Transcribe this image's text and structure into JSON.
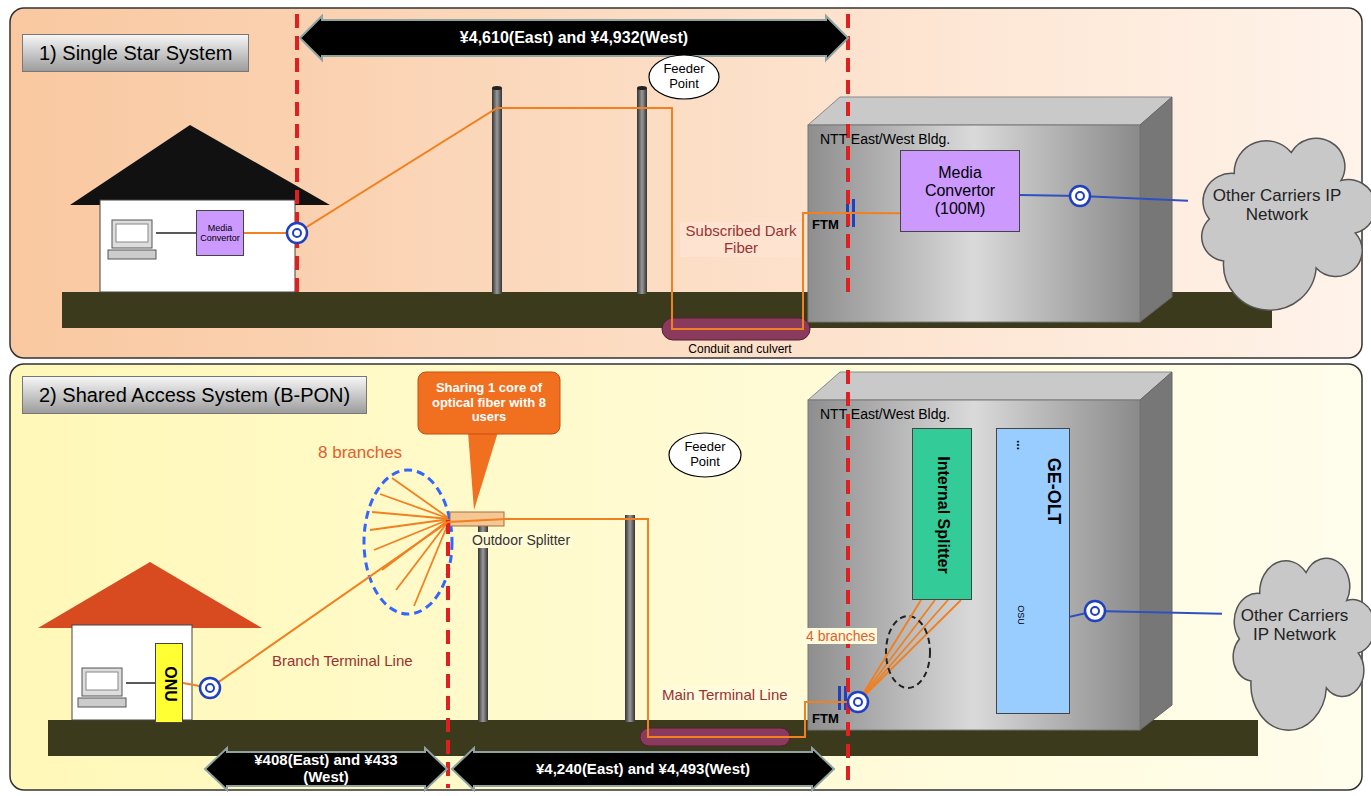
{
  "diagram": {
    "nodes": [
      {
        "text": [
          "1) Single Star System"
        ]
      },
      {
        "text": [
          "¥4,610(East) and ¥4,932(West)"
        ],
        "in": 0
      },
      {
        "text": [
          "Feeder Point"
        ],
        "in": 0
      },
      {
        "text": [
          "Media Convertor"
        ],
        "in": 0
      },
      {
        "text": [
          "NTT East/West Bldg."
        ],
        "in": 0
      },
      {
        "text": [
          "Media Convertor (100M)"
        ],
        "in": 4
      },
      {
        "text": [
          "Other Carriers IP Network"
        ],
        "in": 0
      },
      {
        "text": [
          "2) Shared Access System (B-PON)"
        ]
      },
      {
        "text": [
          "Sharing 1 core of optical fiber with 8 users"
        ],
        "in": 7
      },
      {
        "text": [
          "Feeder Point"
        ],
        "in": 7
      },
      {
        "text": [
          "ONU"
        ],
        "in": 7
      },
      {
        "text": [
          "NTT East/West Bldg."
        ],
        "in": 7
      },
      {
        "text": [
          "Internal Splitter"
        ],
        "in": 11
      },
      {
        "text": [
          "GE-OLT"
        ],
        "in": 11
      },
      {
        "text": [
          "Other Carriers IP Network"
        ],
        "in": 7
      },
      {
        "text": [
          "¥408(East) and ¥433 (West)"
        ],
        "in": 7
      },
      {
        "text": [
          "¥4,240(East) and ¥4,493(West)"
        ],
        "in": 7
      }
    ],
    "edges": [
      {
        "from": 3,
        "to": 5,
        "arrow": "none"
      },
      {
        "from": 5,
        "to": 6,
        "arrow": "none"
      },
      {
        "from": 10,
        "to": 12,
        "arrow": "none"
      },
      {
        "from": 13,
        "to": 14,
        "arrow": "none"
      }
    ],
    "labels": [
      "Subscribed Dark Fiber",
      "FTM",
      "Conduit and culvert",
      "8 branches",
      "Outdoor Splitter",
      "Branch Terminal Line",
      "Main Terminal Line",
      "FTM",
      "4 branches",
      "OSU",
      "..."
    ]
  }
}
